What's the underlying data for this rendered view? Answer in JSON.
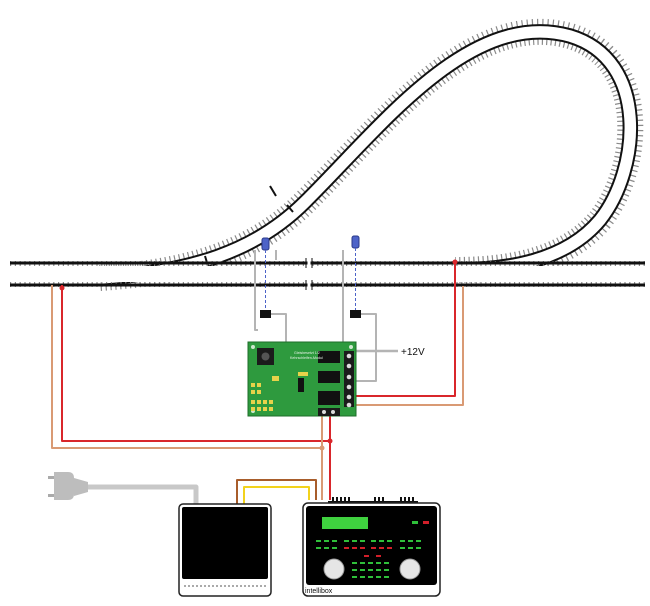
{
  "labels": {
    "power_label": "+12V",
    "command_station_label": "intellibox",
    "board_text_line1": "Gleisbesetzt 1/2",
    "board_text_line2": "Kehrschleifen-Modul"
  },
  "colors": {
    "rail": "#111111",
    "sleeper_stroke": "#6f6f6f",
    "board": "#2e9a3e",
    "board_edge": "#1d6e2a",
    "wire_red": "#d9262b",
    "wire_tan": "#d99a74",
    "wire_gray": "#b4b4b4",
    "wire_yellow": "#f2d21c",
    "wire_brown": "#a85d2b",
    "sensor_blue": "#4d63c8",
    "lcd_green": "#3fd13f",
    "button_green": "#2fbf3a",
    "button_red": "#d21f2a"
  },
  "icons": {
    "plug": "power-plug-icon",
    "transformer": "transformer-icon",
    "command_station": "command-station-icon",
    "sensor": "reed-sensor-icon"
  }
}
